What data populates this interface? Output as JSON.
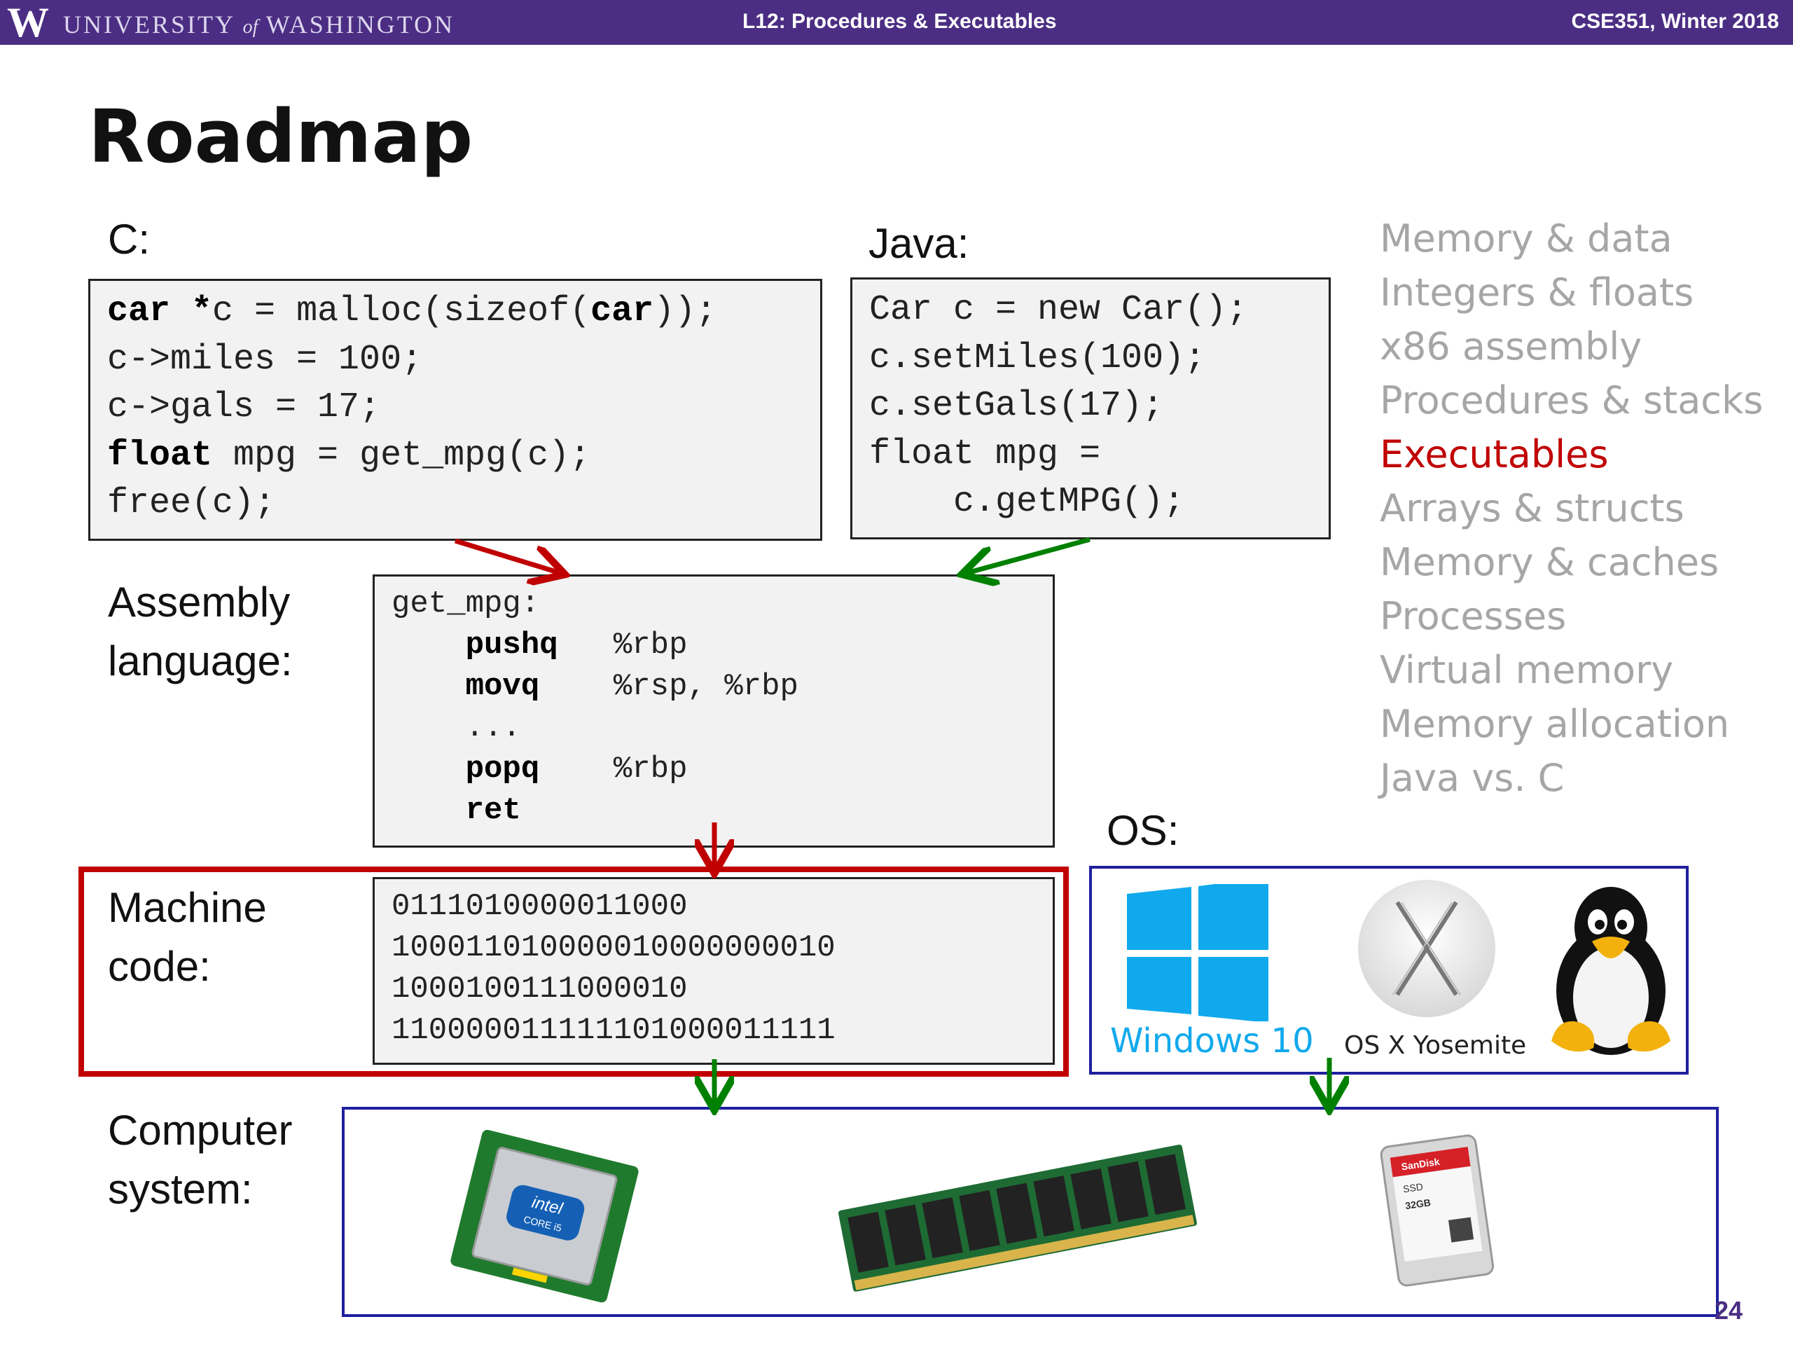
{
  "header": {
    "logo_letter": "W",
    "university_pre": "UNIVERSITY",
    "university_of": "of",
    "university_post": "WASHINGTON",
    "lecture": "L12: Procedures & Executables",
    "course": "CSE351, Winter 2018",
    "bg_color": "#4b2e83"
  },
  "title": "Roadmap",
  "labels": {
    "c": "C:",
    "java": "Java:",
    "assembly": "Assembly\nlanguage:",
    "machine": "Machine\ncode:",
    "os": "OS:",
    "computer": "Computer\nsystem:"
  },
  "c_code": [
    [
      {
        "t": "car",
        "b": true
      },
      {
        "t": " "
      },
      {
        "t": "*",
        "b": true
      },
      {
        "t": "c = malloc(sizeof("
      },
      {
        "t": "car",
        "b": true
      },
      {
        "t": "));"
      }
    ],
    [
      {
        "t": "c->miles = 100;"
      }
    ],
    [
      {
        "t": "c->gals = 17;"
      }
    ],
    [
      {
        "t": "float",
        "b": true
      },
      {
        "t": " mpg = get_mpg(c);"
      }
    ],
    [
      {
        "t": "free(c);"
      }
    ]
  ],
  "java_code": [
    [
      {
        "t": "Car c = new Car();"
      }
    ],
    [
      {
        "t": "c.setMiles(100);"
      }
    ],
    [
      {
        "t": "c.setGals(17);"
      }
    ],
    [
      {
        "t": "float mpg ="
      }
    ],
    [
      {
        "t": "    c.getMPG();"
      }
    ]
  ],
  "asm_code": [
    [
      {
        "t": "get_mpg:"
      }
    ],
    [
      {
        "t": "    "
      },
      {
        "t": "pushq",
        "b": true
      },
      {
        "t": "   %rbp"
      }
    ],
    [
      {
        "t": "    "
      },
      {
        "t": "movq",
        "b": true
      },
      {
        "t": "    %rsp, %rbp"
      }
    ],
    [
      {
        "t": "    ..."
      }
    ],
    [
      {
        "t": "    "
      },
      {
        "t": "popq",
        "b": true
      },
      {
        "t": "    %rbp"
      }
    ],
    [
      {
        "t": "    "
      },
      {
        "t": "ret",
        "b": true
      }
    ]
  ],
  "machine_code": [
    "0111010000011000",
    "100011010000010000000010",
    "1000100111000010",
    "110000011111101000011111"
  ],
  "roadmap": {
    "items": [
      "Memory & data",
      "Integers & floats",
      "x86 assembly",
      "Procedures & stacks",
      "Executables",
      "Arrays & structs",
      "Memory & caches",
      "Processes",
      "Virtual memory",
      "Memory allocation",
      "Java vs. C"
    ],
    "active_index": 4,
    "active_color": "#c00000",
    "inactive_color": "#a6a6a6"
  },
  "os": {
    "windows_label": "Windows 10",
    "osx_label": "OS X Yosemite",
    "windows_color": "#11a9ed",
    "linux_icon": "tux-penguin-icon",
    "osx_icon": "osx-x-icon",
    "windows_icon": "windows-logo-icon"
  },
  "hardware": {
    "cpu_brand": "intel",
    "cpu_model": "CORE i5",
    "ssd_brand": "SanDisk",
    "ssd_type": "SSD",
    "ssd_capacity": "32GB",
    "cpu_icon": "cpu-chip-icon",
    "ram_icon": "ram-module-icon",
    "ssd_icon": "ssd-drive-icon"
  },
  "page_number": "24",
  "colors": {
    "red_arrow": "#c00000",
    "green_arrow": "#008000",
    "frame_red": "#c00000",
    "frame_blue": "#1f1fa0"
  }
}
